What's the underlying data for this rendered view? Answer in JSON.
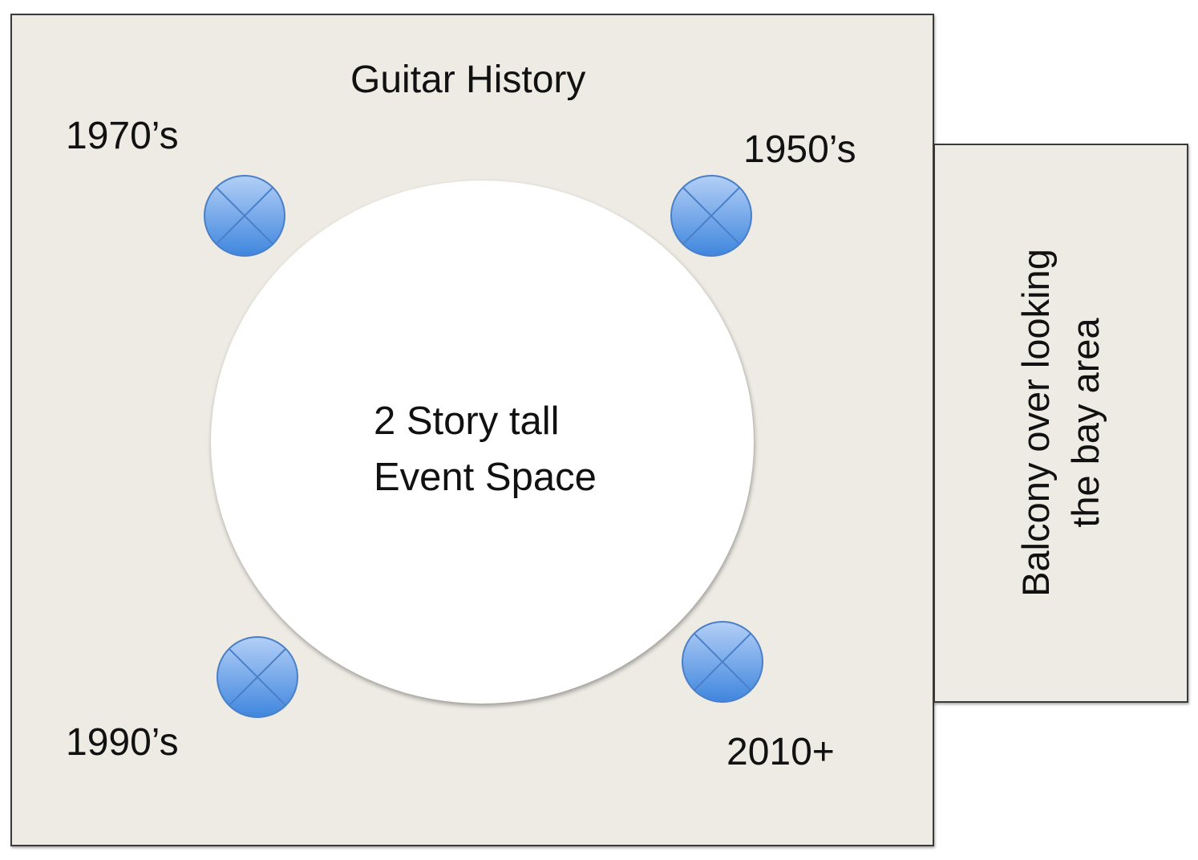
{
  "title": "Guitar History",
  "event_space": "2 Story tall\nEvent Space",
  "balcony": "Balcony over looking\nthe bay area",
  "eras": {
    "top_left": "1970’s",
    "top_right": "1950’s",
    "bottom_left": "1990’s",
    "bottom_right": "2010+"
  },
  "colors": {
    "floor": "#eeebe4",
    "marker_light": "#a9c8f4",
    "marker_dark": "#3f86de",
    "marker_stroke": "#4a7fc8"
  },
  "marker_icon": "circle-x-icon"
}
